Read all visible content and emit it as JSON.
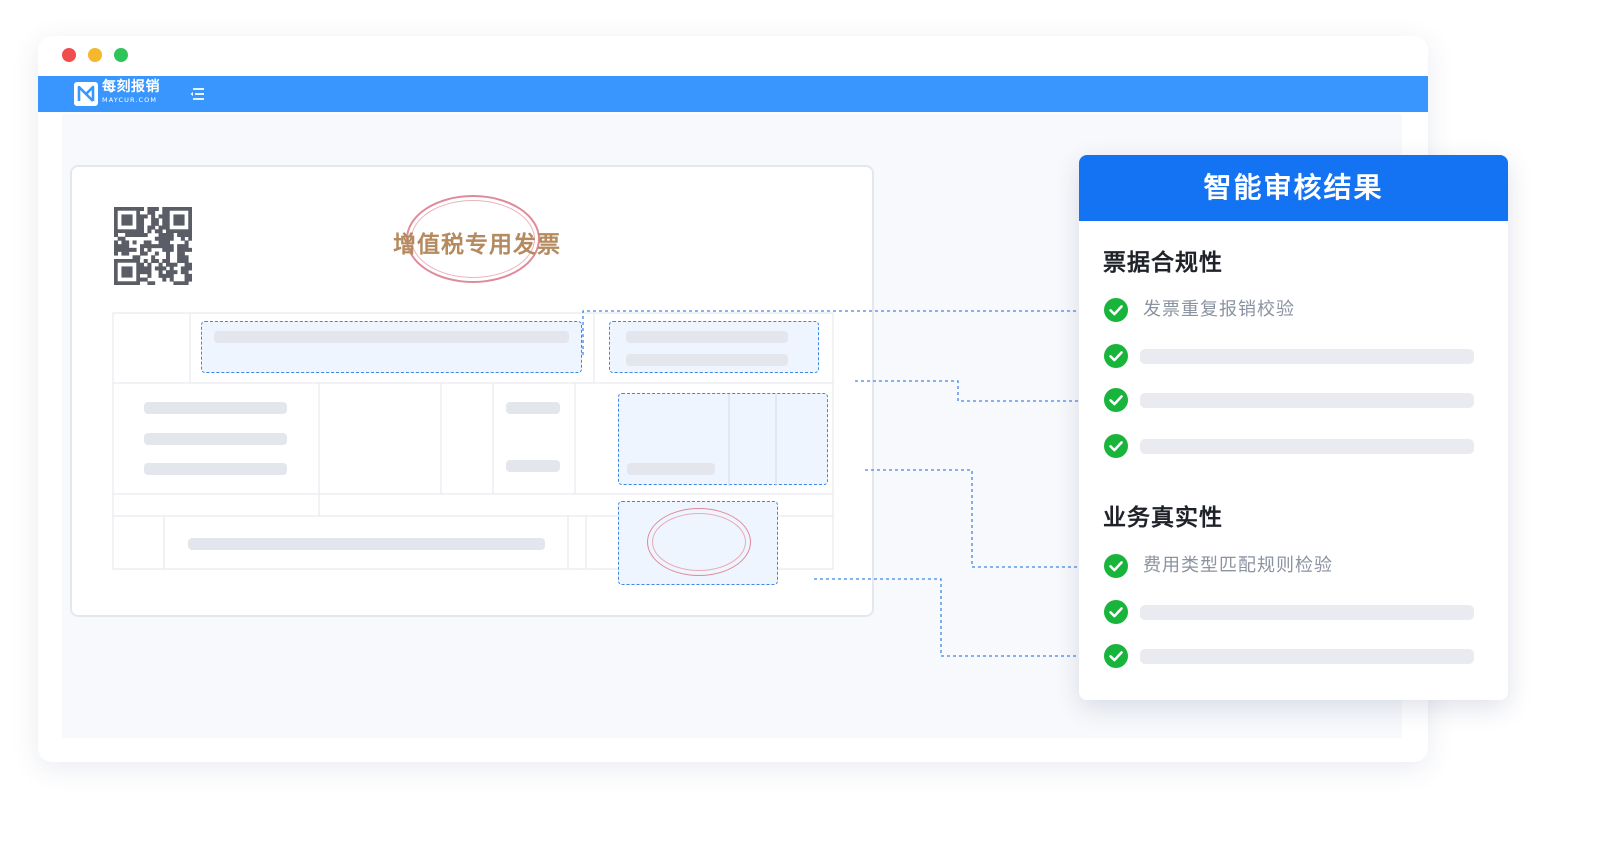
{
  "window": {
    "controls": [
      {
        "name": "close",
        "color": "#f04d4d"
      },
      {
        "name": "minimize",
        "color": "#f5b72c"
      },
      {
        "name": "maximize",
        "color": "#2fc45a"
      }
    ]
  },
  "app_bar": {
    "brand_name": "每刻报销",
    "brand_domain": "MAYCUR.COM",
    "menu_icon": "menu-collapse-icon",
    "color": "#3a96ff"
  },
  "invoice": {
    "title": "增值税专用发票",
    "title_color": "#b58a5e",
    "qr_icon": "qr-code-icon"
  },
  "panel": {
    "title": "智能审核结果",
    "header_color": "#1473f2",
    "sections": [
      {
        "title": "票据合规性",
        "checks": [
          {
            "label": "发票重复报销校验",
            "status": "passed"
          },
          {
            "label": "",
            "status": "passed"
          },
          {
            "label": "",
            "status": "passed"
          },
          {
            "label": "",
            "status": "passed"
          }
        ]
      },
      {
        "title": "业务真实性",
        "checks": [
          {
            "label": "费用类型匹配规则检验",
            "status": "passed"
          },
          {
            "label": "",
            "status": "passed"
          },
          {
            "label": "",
            "status": "passed"
          }
        ]
      }
    ],
    "check_color": "#19b43c"
  }
}
